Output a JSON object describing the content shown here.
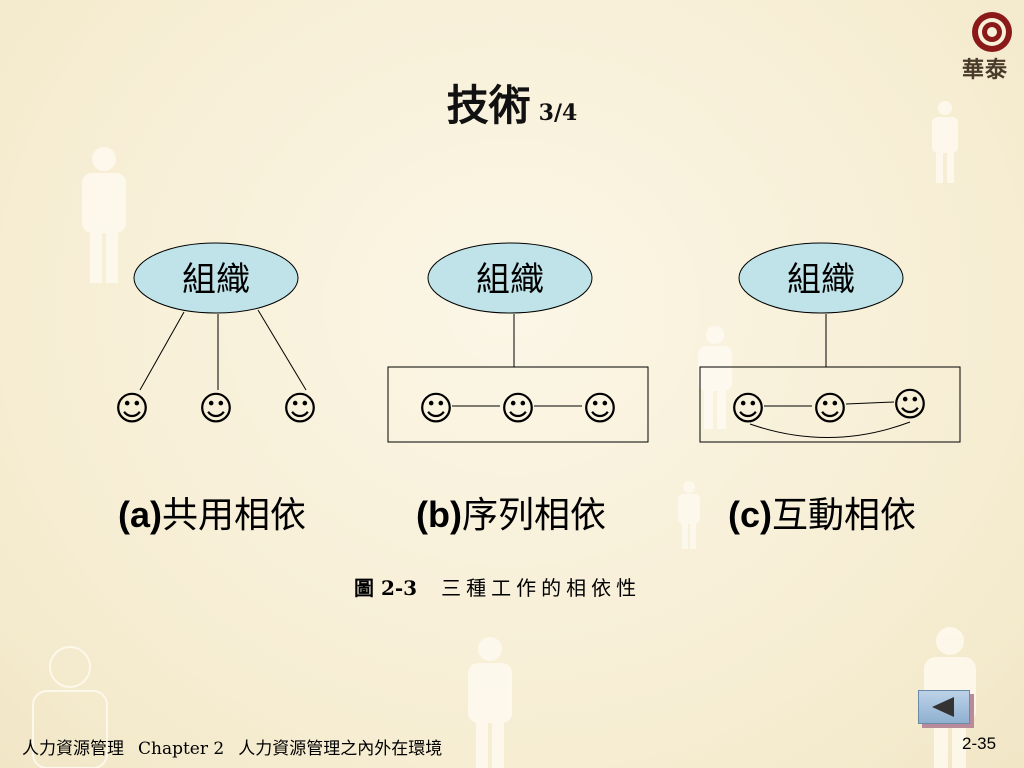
{
  "title": {
    "main": "技術",
    "sub": "3/4"
  },
  "logo": {
    "text": "華泰"
  },
  "diagrams": [
    {
      "node": "組織",
      "smileys": [
        "☺",
        "☺",
        "☺"
      ],
      "caption_letter": "(a)",
      "caption_text": "共用相依"
    },
    {
      "node": "組織",
      "smileys": [
        "☺",
        "☺",
        "☺"
      ],
      "caption_letter": "(b)",
      "caption_text": "序列相依"
    },
    {
      "node": "組織",
      "smileys": [
        "☺",
        "☺",
        "☺"
      ],
      "caption_letter": "(c)",
      "caption_text": "互動相依"
    }
  ],
  "figure_caption": {
    "number": "圖 2-3",
    "description": "三種工作的相依性"
  },
  "footer": {
    "book": "人力資源管理",
    "chapter": "Chapter 2",
    "chapter_title": "人力資源管理之內外在環境"
  },
  "page_number": "2-35",
  "colors": {
    "node_fill": "#bfe3e8",
    "background": "#f8f0d8"
  },
  "icons": {
    "back": "left-triangle-icon"
  }
}
